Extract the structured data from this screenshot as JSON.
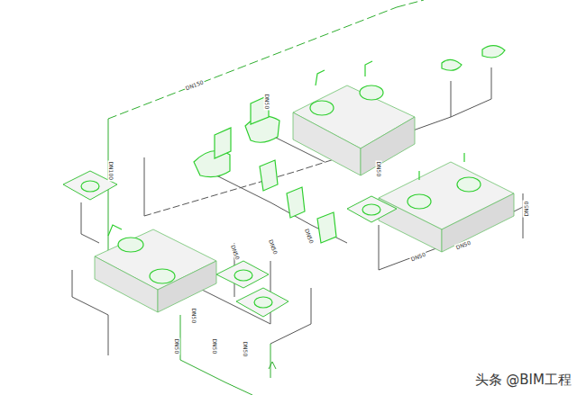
{
  "diagram": {
    "labels": [
      "DN150",
      "DN100",
      "DN50",
      "DN50",
      "DN50",
      "DN50",
      "DN50",
      "DN50",
      "DN50",
      "DN50",
      "DN50",
      "DN50",
      "DN50",
      "DN50",
      "头条 @BIM工程"
    ]
  }
}
